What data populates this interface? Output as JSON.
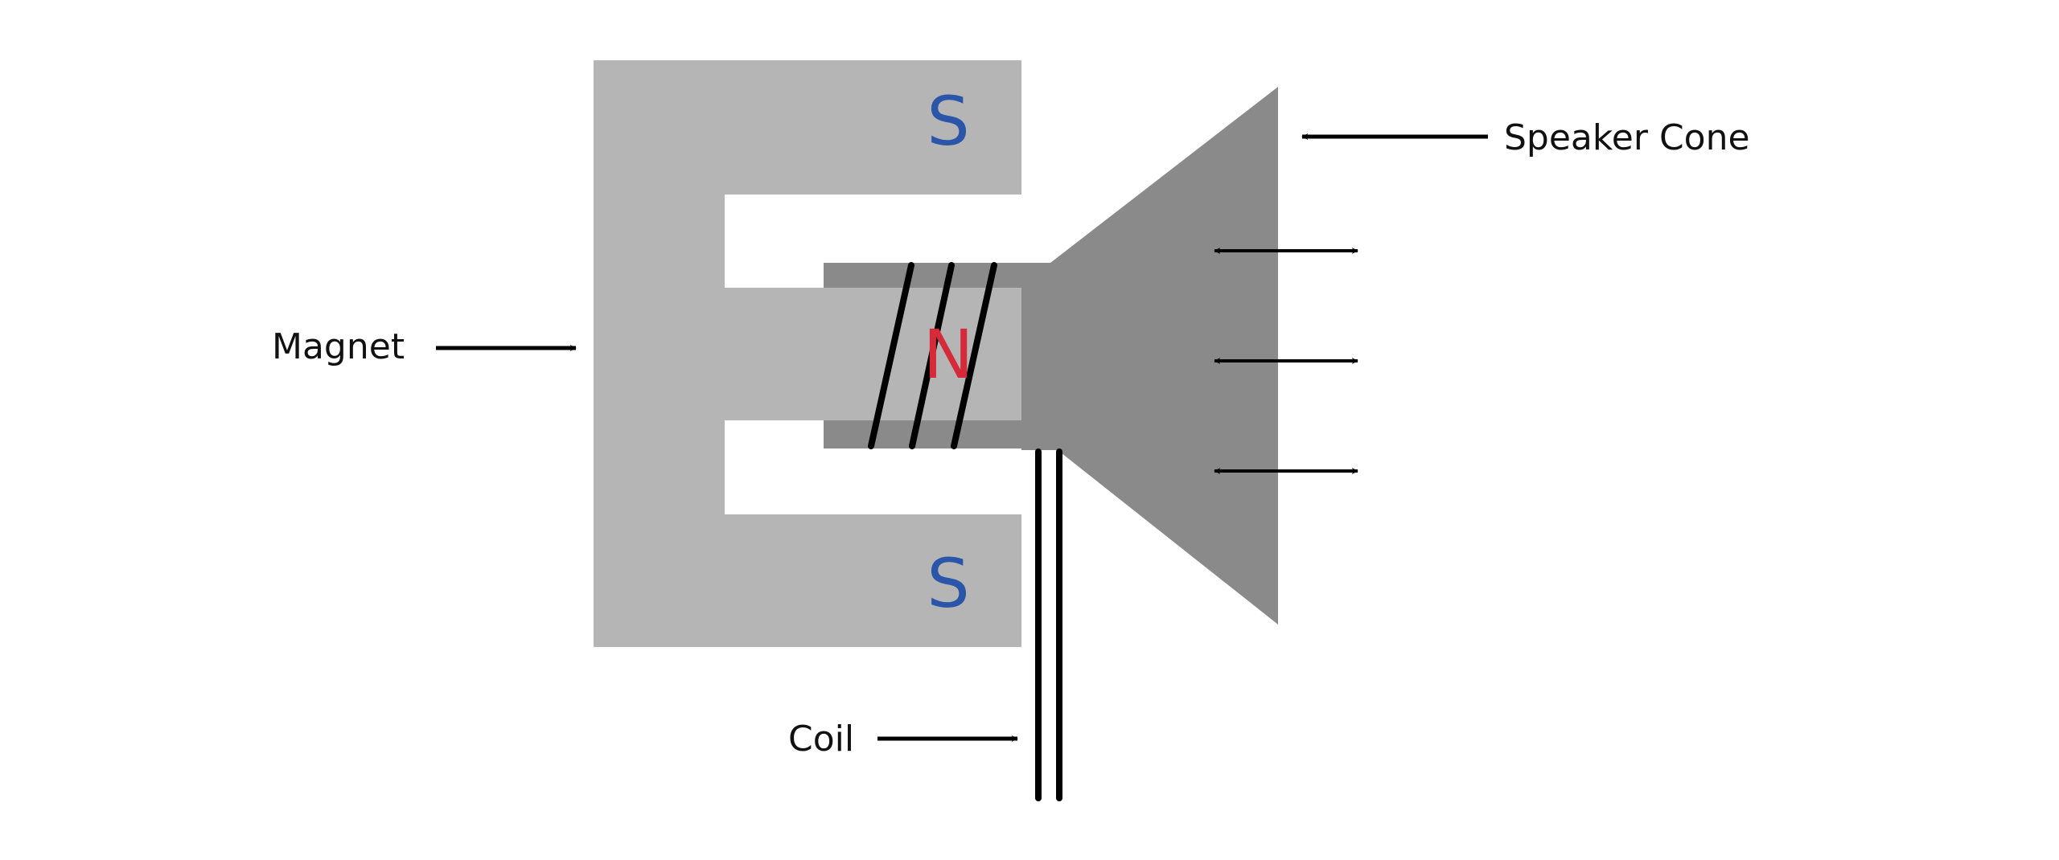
{
  "labels": {
    "magnet": "Magnet",
    "coil": "Coil",
    "speaker_cone": "Speaker Cone"
  },
  "poles": {
    "top": "S",
    "middle": "N",
    "bottom": "S"
  },
  "colors": {
    "magnet": "#b5b5b5",
    "former_and_cone": "#8a8a8a",
    "south_pole": "#2a55a8",
    "north_pole": "#d42a3a",
    "line": "#000000"
  }
}
